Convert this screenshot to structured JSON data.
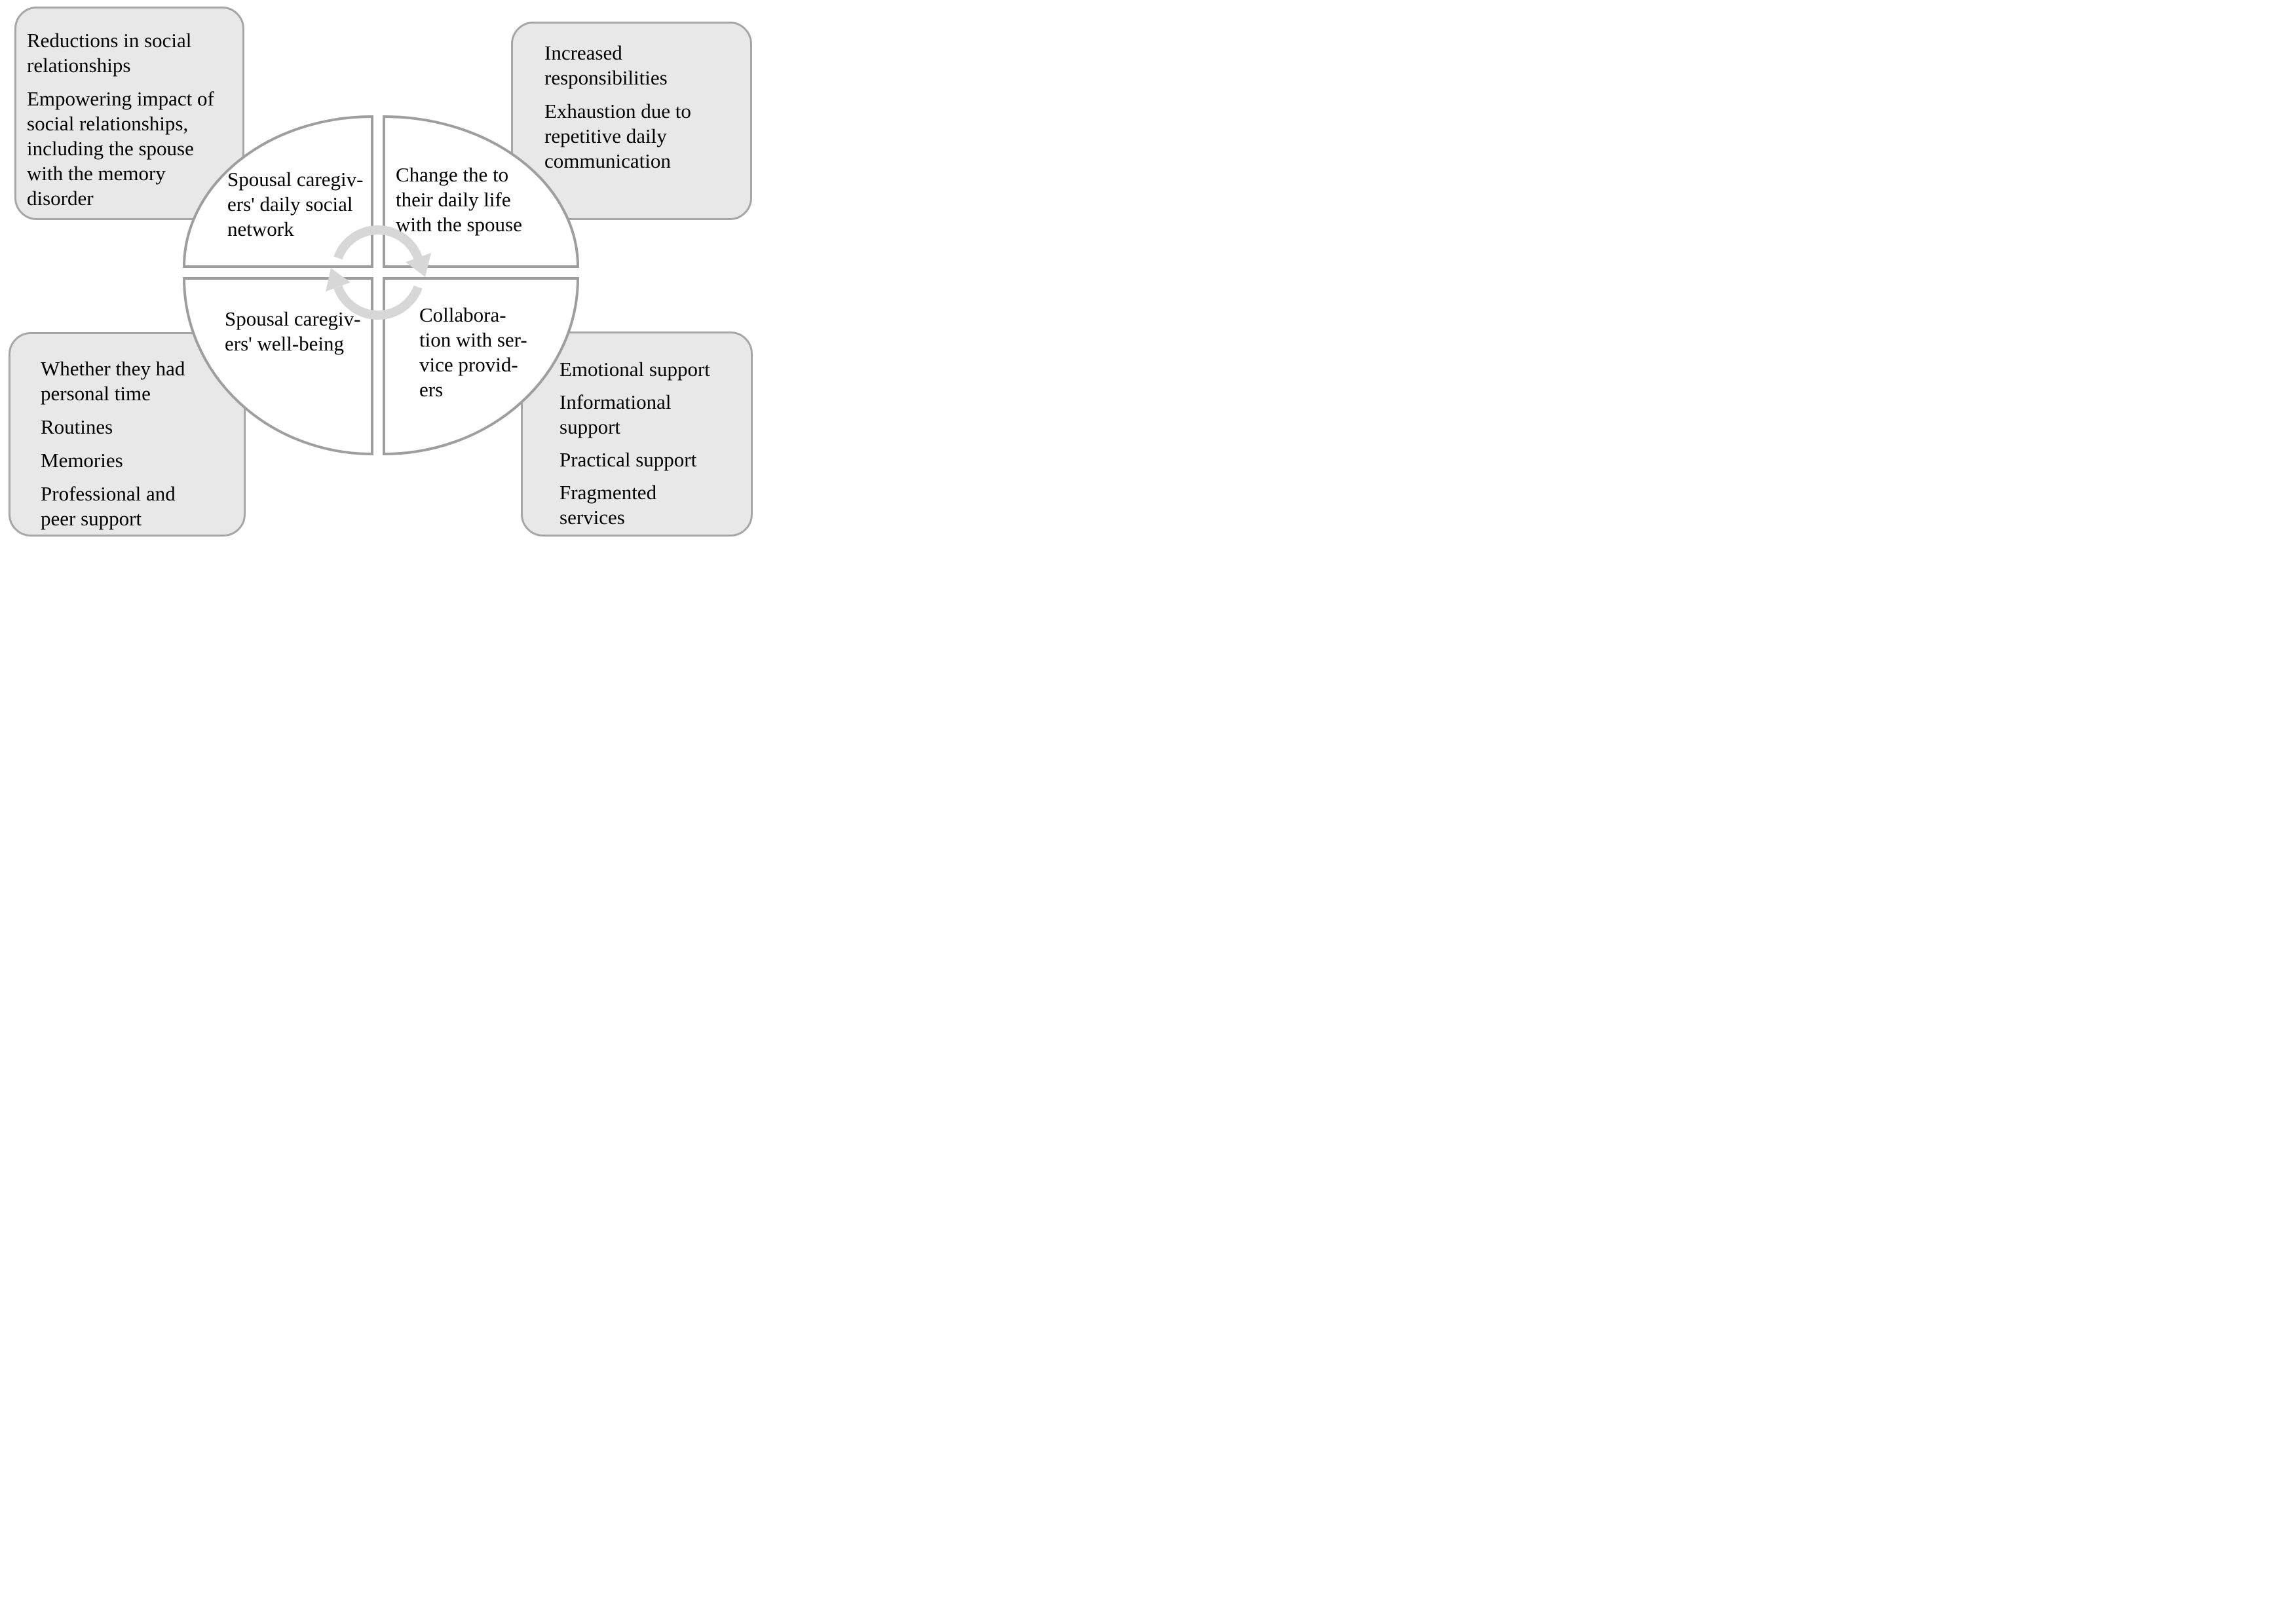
{
  "colors": {
    "box_fill": "#e8e8e8",
    "box_border": "#a6a6a6",
    "quadrant_stroke": "#9e9e9e",
    "arrow": "#d7d7d7",
    "text": "#000000"
  },
  "corner_boxes": {
    "top_left": {
      "paragraphs": [
        "Reductions in social relationships",
        "Empowering impact of social relationships, including the spouse with the memory disorder"
      ]
    },
    "top_right": {
      "paragraphs": [
        "Increased responsibilities",
        "Exhaustion due to repetitive daily communication"
      ]
    },
    "bottom_left": {
      "paragraphs": [
        "Whether they had personal time",
        "Routines",
        "Memories",
        "Professional and peer support"
      ]
    },
    "bottom_right": {
      "paragraphs": [
        "Emotional support",
        "Informational support",
        "Practical support",
        "Fragmented services"
      ]
    }
  },
  "quadrants": {
    "top_left": {
      "label": "Spousal caregiv-\ners' daily social\nnetwork"
    },
    "top_right": {
      "label": "Change the to\ntheir daily life\nwith the spouse"
    },
    "bottom_left": {
      "label": "Spousal caregiv-\ners' well-being"
    },
    "bottom_right": {
      "label": "Collabora-\ntion with ser-\nvice provid-\ners"
    }
  },
  "center": {
    "icon": "cycle-arrows-clockwise"
  }
}
